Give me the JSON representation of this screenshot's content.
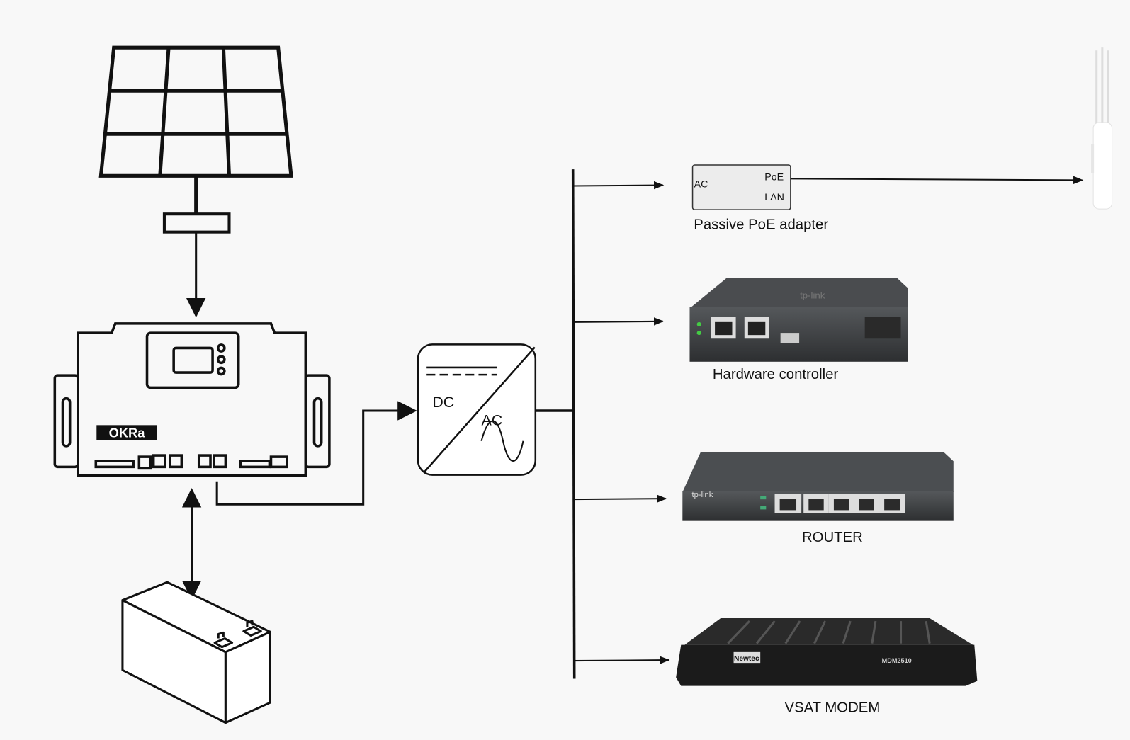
{
  "inverter": {
    "dc_label": "DC",
    "ac_label": "AC"
  },
  "charge_controller": {
    "logo_text": "OKRa"
  },
  "poe_adapter": {
    "ac_label": "AC",
    "poe_label": "PoE",
    "lan_label": "LAN",
    "caption": "Passive PoE adapter"
  },
  "hardware_controller": {
    "caption": "Hardware controller",
    "brand": "tp-link"
  },
  "router": {
    "caption": "ROUTER",
    "brand": "tp-link"
  },
  "vsat_modem": {
    "caption": "VSAT MODEM",
    "brand": "Newtec",
    "model": "MDM2510"
  },
  "colors": {
    "line": "#111111",
    "background": "#f8f8f8",
    "device_dark": "#3a3c3e",
    "modem_black": "#1b1b1b"
  }
}
